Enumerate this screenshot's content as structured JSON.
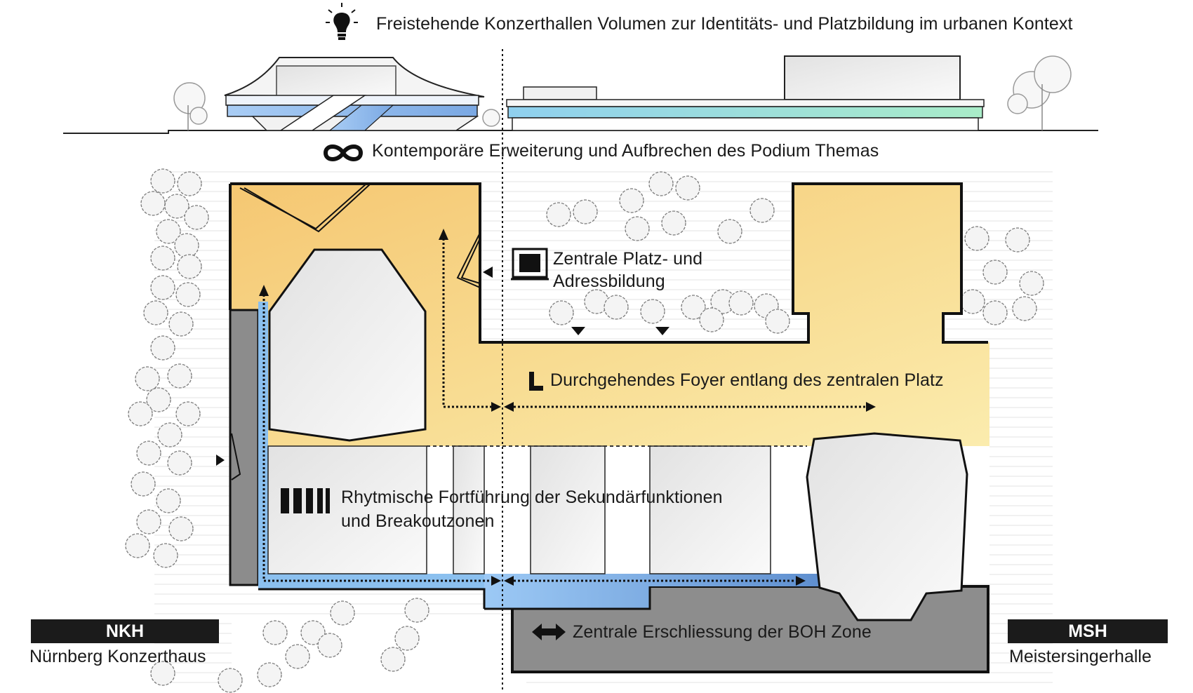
{
  "headings": {
    "top": "Freistehende Konzerthallen Volumen zur Identitäts- und Platzbildung im urbanen Kontext",
    "section": "Kontemporäre Erweiterung und Aufbrechen des Podium Themas"
  },
  "annotations": {
    "platz_line1": "Zentrale Platz- und",
    "platz_line2": "Adressbildung",
    "foyer": "Durchgehendes  Foyer entlang des zentralen Platz",
    "rhythm_line1": "Rhytmische Fortführung der Sekundärfunktionen",
    "rhythm_line2": "und Breakoutzonen",
    "boh": "Zentrale Erschliessung der BOH Zone"
  },
  "left_building": {
    "code": "NKH",
    "name": "Nürnberg Konzerthaus"
  },
  "right_building": {
    "code": "MSH",
    "name": "Meistersingerhalle"
  },
  "icons": [
    "lightbulb-icon",
    "infinity-icon",
    "square-frame-icon",
    "l-shape-icon",
    "bars-icon",
    "double-arrow-icon"
  ],
  "colors": {
    "foyer_orange": "#f6cf7f",
    "foyer_yellow": "#fae7a5",
    "circulation_blue": "#7fb0e6",
    "boh_gray": "#8d8d8d",
    "text": "#1a1a1a"
  }
}
